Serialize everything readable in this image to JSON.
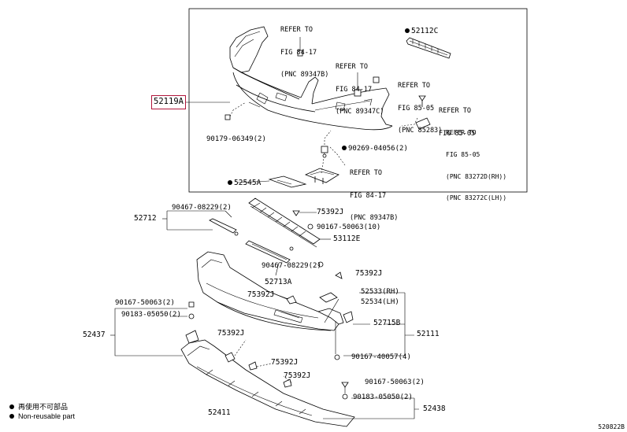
{
  "diagram": {
    "highlighted_part": "52119A",
    "top_group": {
      "refs": [
        {
          "lines": [
            "REFER TO",
            "FIG 84-17",
            "(PNC 89347B)"
          ]
        },
        {
          "lines": [
            "REFER TO",
            "FIG 84-17",
            "(PNC 89347C)"
          ]
        },
        {
          "lines": [
            "REFER TO",
            "FIG 85-05",
            "(PNC 85283)"
          ]
        },
        {
          "lines": [
            "REFER TO",
            "FIG 85-05"
          ]
        },
        {
          "lines": [
            "REFER TO",
            "FIG 85-05",
            "(PNC 83272D(RH))",
            "(PNC 83272C(LH))"
          ]
        },
        {
          "lines": [
            "REFER TO",
            "FIG 84-17",
            "(PNC 89347B)"
          ]
        }
      ],
      "parts": {
        "p52112C": "52112C",
        "p90179": "90179-06349(2)",
        "p90269": "90269-04056(2)",
        "p52545A": "52545A"
      }
    },
    "lower_parts": {
      "p52712": "52712",
      "p90467a": "90467-08229(2)",
      "p75392a": "75392J",
      "p90167a": "90167-50063(10)",
      "p53112E": "53112E",
      "p90467b": "90467-08229(2)",
      "p52713A": "52713A",
      "p75392b": "75392J",
      "p75392c": "75392J",
      "p52533": "52533(RH)",
      "p52534": "52534(LH)",
      "p90167b": "90167-50063(2)",
      "p90183a": "90183-05050(2)",
      "p52715B": "52715B",
      "p52111": "52111",
      "p52437": "52437",
      "p75392d": "75392J",
      "p90167c": "90167-40057(4)",
      "p75392e": "75392J",
      "p75392f": "75392J",
      "p90167d": "90167-50063(2)",
      "p90183b": "90183-05050(2)",
      "p52438": "52438",
      "p52411": "52411"
    }
  },
  "legend": {
    "line1": "再使用不可部品",
    "line2": "Non-reusable part"
  },
  "figure_code": "520822B"
}
